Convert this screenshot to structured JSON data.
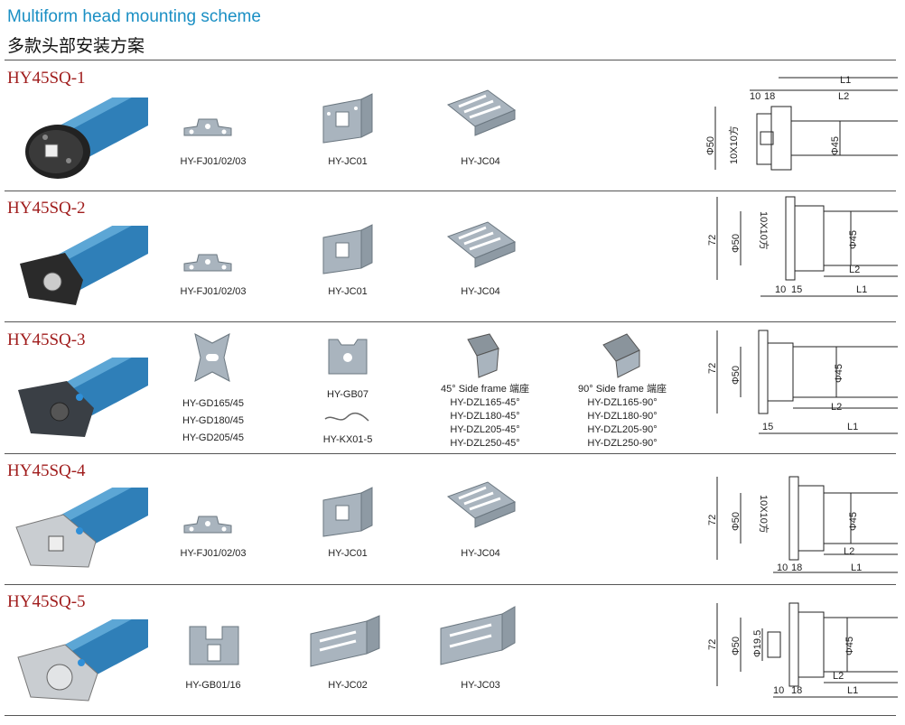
{
  "header": {
    "title_en": "Multiform head mounting scheme",
    "title_zh": "多款头部安装方案"
  },
  "colors": {
    "accent_blue": "#1a8fc4",
    "model_red": "#a01d1d",
    "motor_blue": "#2f7fb8",
    "bracket_grey": "#a9b4be"
  },
  "rows": [
    {
      "model": "HY45SQ-1",
      "parts": [
        "HY-FJ01/02/03",
        "HY-JC01",
        "HY-JC04"
      ],
      "dims": {
        "L1": "L1",
        "L2": "L2",
        "d10": "10",
        "d18": "18",
        "phi50": "Φ50",
        "sq": "10X10方",
        "phi45": "Φ45"
      }
    },
    {
      "model": "HY45SQ-2",
      "parts": [
        "HY-FJ01/02/03",
        "HY-JC01",
        "HY-JC04"
      ],
      "dims": {
        "d72": "72",
        "phi50": "Φ50",
        "sq": "10X10方",
        "phi45": "Φ45",
        "L2": "L2",
        "d10": "10",
        "d15": "15",
        "L1": "L1"
      }
    },
    {
      "model": "HY45SQ-3",
      "parts_left": [
        "HY-GD165/45",
        "HY-GD180/45",
        "HY-GD205/45"
      ],
      "parts_mid": [
        "HY-GB07",
        "HY-KX01-5"
      ],
      "side45": {
        "title": "45° Side frame 端座",
        "items": [
          "HY-DZL165-45°",
          "HY-DZL180-45°",
          "HY-DZL205-45°",
          "HY-DZL250-45°"
        ]
      },
      "side90": {
        "title": "90° Side frame 端座",
        "items": [
          "HY-DZL165-90°",
          "HY-DZL180-90°",
          "HY-DZL205-90°",
          "HY-DZL250-90°"
        ]
      },
      "dims": {
        "d72": "72",
        "phi50": "Φ50",
        "phi45": "Φ45",
        "L2": "L2",
        "d15": "15",
        "L1": "L1"
      }
    },
    {
      "model": "HY45SQ-4",
      "parts": [
        "HY-FJ01/02/03",
        "HY-JC01",
        "HY-JC04"
      ],
      "dims": {
        "d72": "72",
        "phi50": "Φ50",
        "sq": "10X10方",
        "phi45": "Φ45",
        "L2": "L2",
        "d10": "10",
        "d18": "18",
        "L1": "L1"
      }
    },
    {
      "model": "HY45SQ-5",
      "parts": [
        "HY-GB01/16",
        "HY-JC02",
        "HY-JC03"
      ],
      "dims": {
        "d72": "72",
        "phi50": "Φ50",
        "phi195": "Φ19.5",
        "phi45": "Φ45",
        "L2": "L2",
        "d10": "10",
        "d18": "18",
        "L1": "L1"
      }
    }
  ]
}
